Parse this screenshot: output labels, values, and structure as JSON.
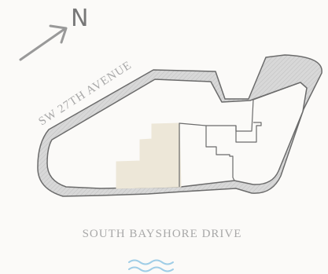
{
  "compass": {
    "letter": "N",
    "icon": "north-arrow-icon"
  },
  "streets": {
    "west": "SW 27TH AVENUE",
    "south": "SOUTH BAYSHORE DRIVE"
  },
  "water_icon": "water-waves-icon",
  "colors": {
    "background": "#fbfaf8",
    "outline": "#6b6b6b",
    "road_fill": "#d8d8d8",
    "highlight_fill": "#ede7d8",
    "text": "#a8a8a8",
    "arrow": "#999999",
    "north_letter": "#777777",
    "water": "#9fcde6"
  }
}
